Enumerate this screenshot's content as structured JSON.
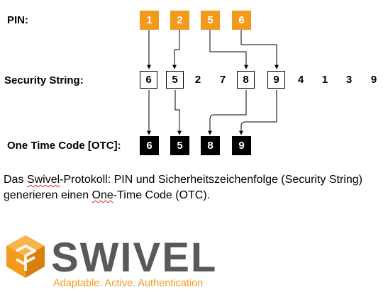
{
  "labels": {
    "pin": "PIN:",
    "security_string": "Security String:",
    "otc": "One Time Code [OTC]:"
  },
  "pin": [
    "1",
    "2",
    "5",
    "6"
  ],
  "security_string": [
    "6",
    "5",
    "2",
    "7",
    "8",
    "9",
    "4",
    "1",
    "3",
    "9"
  ],
  "security_string_highlighted": [
    true,
    true,
    false,
    false,
    true,
    true,
    false,
    false,
    false,
    false
  ],
  "otc": [
    "6",
    "5",
    "8",
    "9"
  ],
  "caption": {
    "p1": "Das ",
    "swivel": "Swivel",
    "p2": "-Protokoll: PIN und Sicherheitszeichenfolge (Security String) generieren einen ",
    "one": "One",
    "p3": "-Time Code (OTC)."
  },
  "logo": {
    "brand": "SWIVEL",
    "tagline": "Adaptable. Active. Authentication"
  },
  "colors": {
    "pin": "#f39a1d",
    "otc": "#000000",
    "logo_text": "#58595b",
    "tagline": "#f39a1d"
  }
}
